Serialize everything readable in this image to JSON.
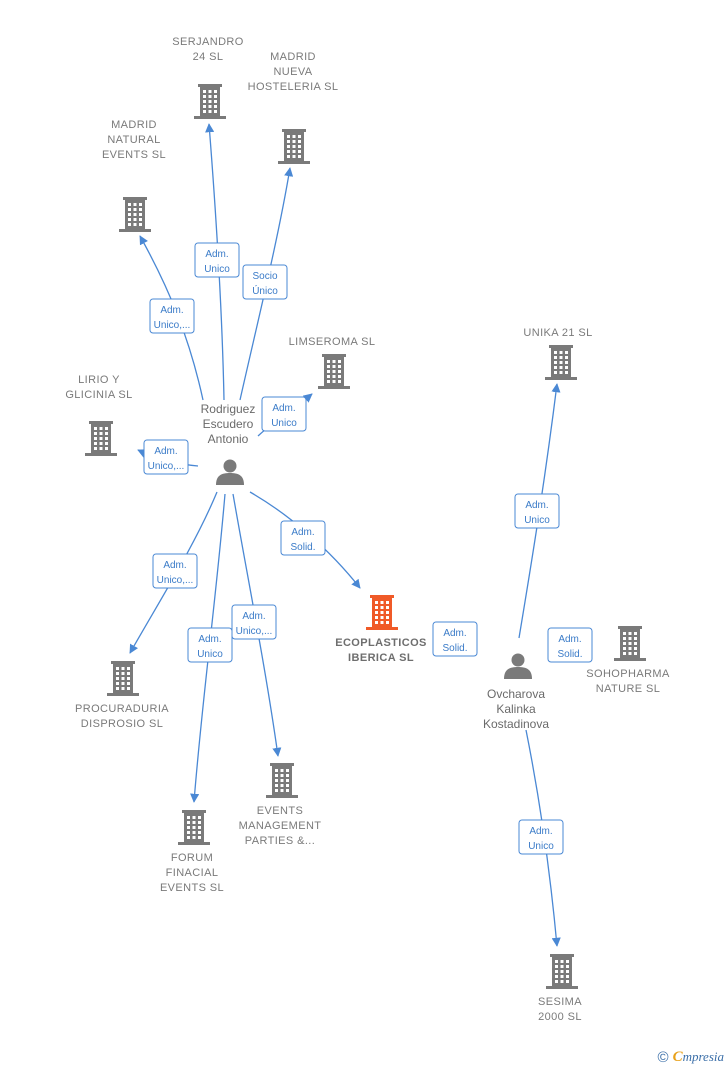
{
  "companies": [
    {
      "id": "serjandro",
      "lines": [
        "SERJANDRO",
        "24 SL"
      ],
      "main": false
    },
    {
      "id": "madrid-nueva",
      "lines": [
        "MADRID",
        "NUEVA",
        "HOSTELERIA SL"
      ],
      "main": false
    },
    {
      "id": "madrid-natural",
      "lines": [
        "MADRID",
        "NATURAL",
        "EVENTS  SL"
      ],
      "main": false
    },
    {
      "id": "limseroma",
      "lines": [
        "LIMSEROMA SL"
      ],
      "main": false
    },
    {
      "id": "lirio",
      "lines": [
        "LIRIO Y",
        "GLICINIA  SL"
      ],
      "main": false
    },
    {
      "id": "unika",
      "lines": [
        "UNIKA 21  SL"
      ],
      "main": false
    },
    {
      "id": "ecoplasticos",
      "lines": [
        "ECOPLASTICOS",
        "IBERICA  SL"
      ],
      "main": true
    },
    {
      "id": "sohopharma",
      "lines": [
        "SOHOPHARMA",
        "NATURE  SL"
      ],
      "main": false
    },
    {
      "id": "procuraduria",
      "lines": [
        "PROCURADURIA",
        "DISPROSIO  SL"
      ],
      "main": false
    },
    {
      "id": "events",
      "lines": [
        "EVENTS",
        "MANAGEMENT",
        "PARTIES &..."
      ],
      "main": false
    },
    {
      "id": "forum",
      "lines": [
        "FORUM",
        "FINACIAL",
        "EVENTS  SL"
      ],
      "main": false
    },
    {
      "id": "sesima",
      "lines": [
        "SESIMA",
        "2000 SL"
      ],
      "main": false
    }
  ],
  "people": [
    {
      "id": "rodriguez",
      "lines": [
        "Rodriguez",
        "Escudero",
        "Antonio"
      ]
    },
    {
      "id": "ovcharova",
      "lines": [
        "Ovcharova",
        "Kalinka",
        "Kostadinova"
      ]
    }
  ],
  "edges": [
    {
      "id": "rod-serjandro",
      "from": "rodriguez",
      "to": "serjandro",
      "label": [
        "Adm.",
        "Unico"
      ]
    },
    {
      "id": "rod-madrid-nueva",
      "from": "rodriguez",
      "to": "madrid-nueva",
      "label": [
        "Socio",
        "Único"
      ]
    },
    {
      "id": "rod-madrid-natural",
      "from": "rodriguez",
      "to": "madrid-natural",
      "label": [
        "Adm.",
        "Unico,..."
      ]
    },
    {
      "id": "rod-limseroma",
      "from": "rodriguez",
      "to": "limseroma",
      "label": [
        "Adm.",
        "Unico"
      ]
    },
    {
      "id": "rod-lirio",
      "from": "rodriguez",
      "to": "lirio",
      "label": [
        "Adm.",
        "Unico,..."
      ]
    },
    {
      "id": "rod-ecoplasticos",
      "from": "rodriguez",
      "to": "ecoplasticos",
      "label": [
        "Adm.",
        "Solid."
      ]
    },
    {
      "id": "rod-procuraduria",
      "from": "rodriguez",
      "to": "procuraduria",
      "label": [
        "Adm.",
        "Unico,..."
      ]
    },
    {
      "id": "rod-forum",
      "from": "rodriguez",
      "to": "forum",
      "label": [
        "Adm.",
        "Unico"
      ]
    },
    {
      "id": "rod-events",
      "from": "rodriguez",
      "to": "events",
      "label": [
        "Adm.",
        "Unico,..."
      ]
    },
    {
      "id": "ovc-unika",
      "from": "ovcharova",
      "to": "unika",
      "label": [
        "Adm.",
        "Unico"
      ]
    },
    {
      "id": "ovc-ecoplasticos",
      "from": "ovcharova",
      "to": "ecoplasticos",
      "label": [
        "Adm.",
        "Solid."
      ]
    },
    {
      "id": "ovc-sohopharma",
      "from": "ovcharova",
      "to": "sohopharma",
      "label": [
        "Adm.",
        "Solid."
      ]
    },
    {
      "id": "ovc-sesima",
      "from": "ovcharova",
      "to": "sesima",
      "label": [
        "Adm.",
        "Unico"
      ]
    }
  ],
  "colors": {
    "edge": "#4a88d4",
    "building": "#7a7a7a",
    "building_main": "#f05a28",
    "person": "#7a7a7a"
  },
  "footer": {
    "copyright": "©",
    "brand_first": "C",
    "brand_rest": "mpresia"
  }
}
